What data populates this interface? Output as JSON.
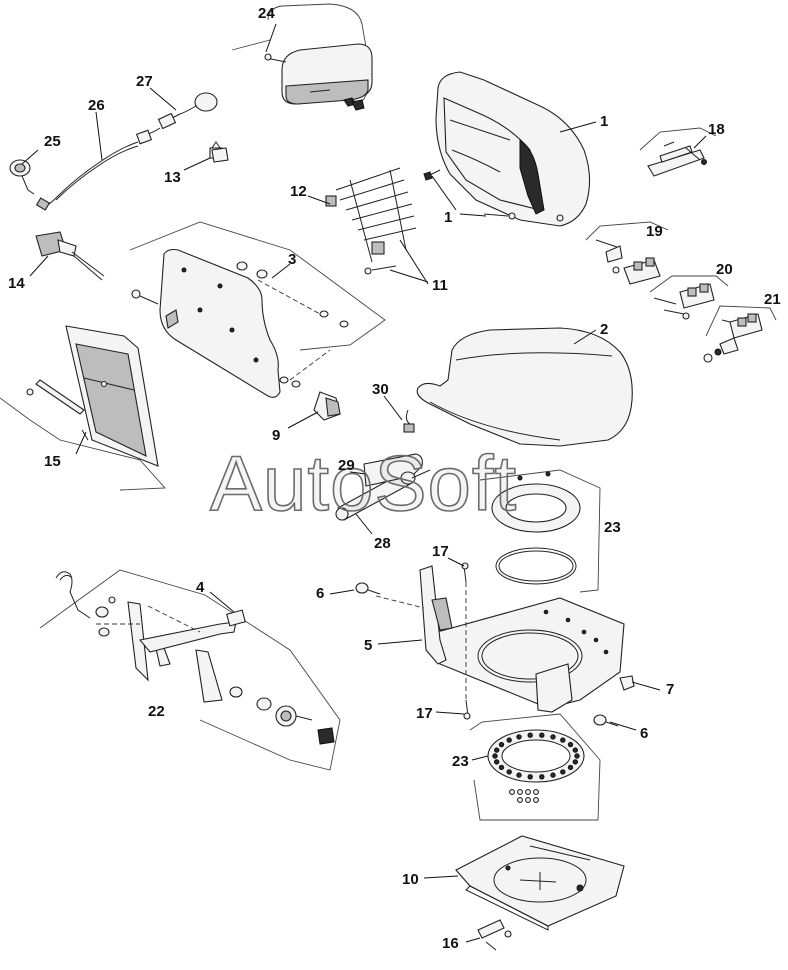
{
  "callouts": {
    "c1a": "1",
    "c1b": "1",
    "c2": "2",
    "c3": "3",
    "c4": "4",
    "c5": "5",
    "c6a": "6",
    "c6b": "6",
    "c7": "7",
    "c9": "9",
    "c10": "10",
    "c11": "11",
    "c12": "12",
    "c13": "13",
    "c14": "14",
    "c15": "15",
    "c16": "16",
    "c17a": "17",
    "c17b": "17",
    "c18": "18",
    "c19": "19",
    "c20": "20",
    "c21": "21",
    "c22": "22",
    "c23a": "23",
    "c23b": "23",
    "c24": "24",
    "c25": "25",
    "c26": "26",
    "c27": "27",
    "c28": "28",
    "c29": "29",
    "c30": "30"
  },
  "watermark": "AutoSoft",
  "colors": {
    "line": "#222222",
    "fill": "#f4f4f4",
    "shade": "#bdbdbd",
    "background": "#ffffff"
  }
}
